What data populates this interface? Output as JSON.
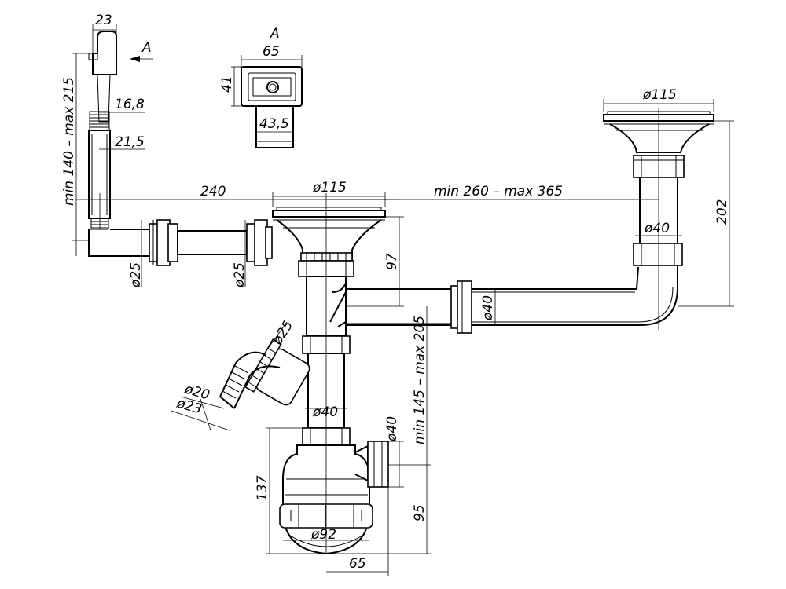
{
  "labels": {
    "view_arrow": "A",
    "view_title": "A",
    "w23": "23",
    "w65_view": "65",
    "h41": "41",
    "w43_5": "43,5",
    "d16_8": "16,8",
    "d21_5": "21,5",
    "overflow_len": "min 140 – max 215",
    "len240": "240",
    "d115_left": "ø115",
    "d115_right": "ø115",
    "range_260_365": "min 260 – max 365",
    "h202": "202",
    "d40_right": "ø40",
    "d40_horizontal": "ø40",
    "h97": "97",
    "d25_a": "ø25",
    "d25_b": "ø25",
    "d25_c": "ø25",
    "d20": "ø20",
    "d23": "ø23",
    "d40_mid": "ø40",
    "range_145_205": "min 145 – max 205",
    "d40_outlet": "ø40",
    "h137": "137",
    "h95": "95",
    "d92": "ø92",
    "w65_bottom": "65"
  }
}
